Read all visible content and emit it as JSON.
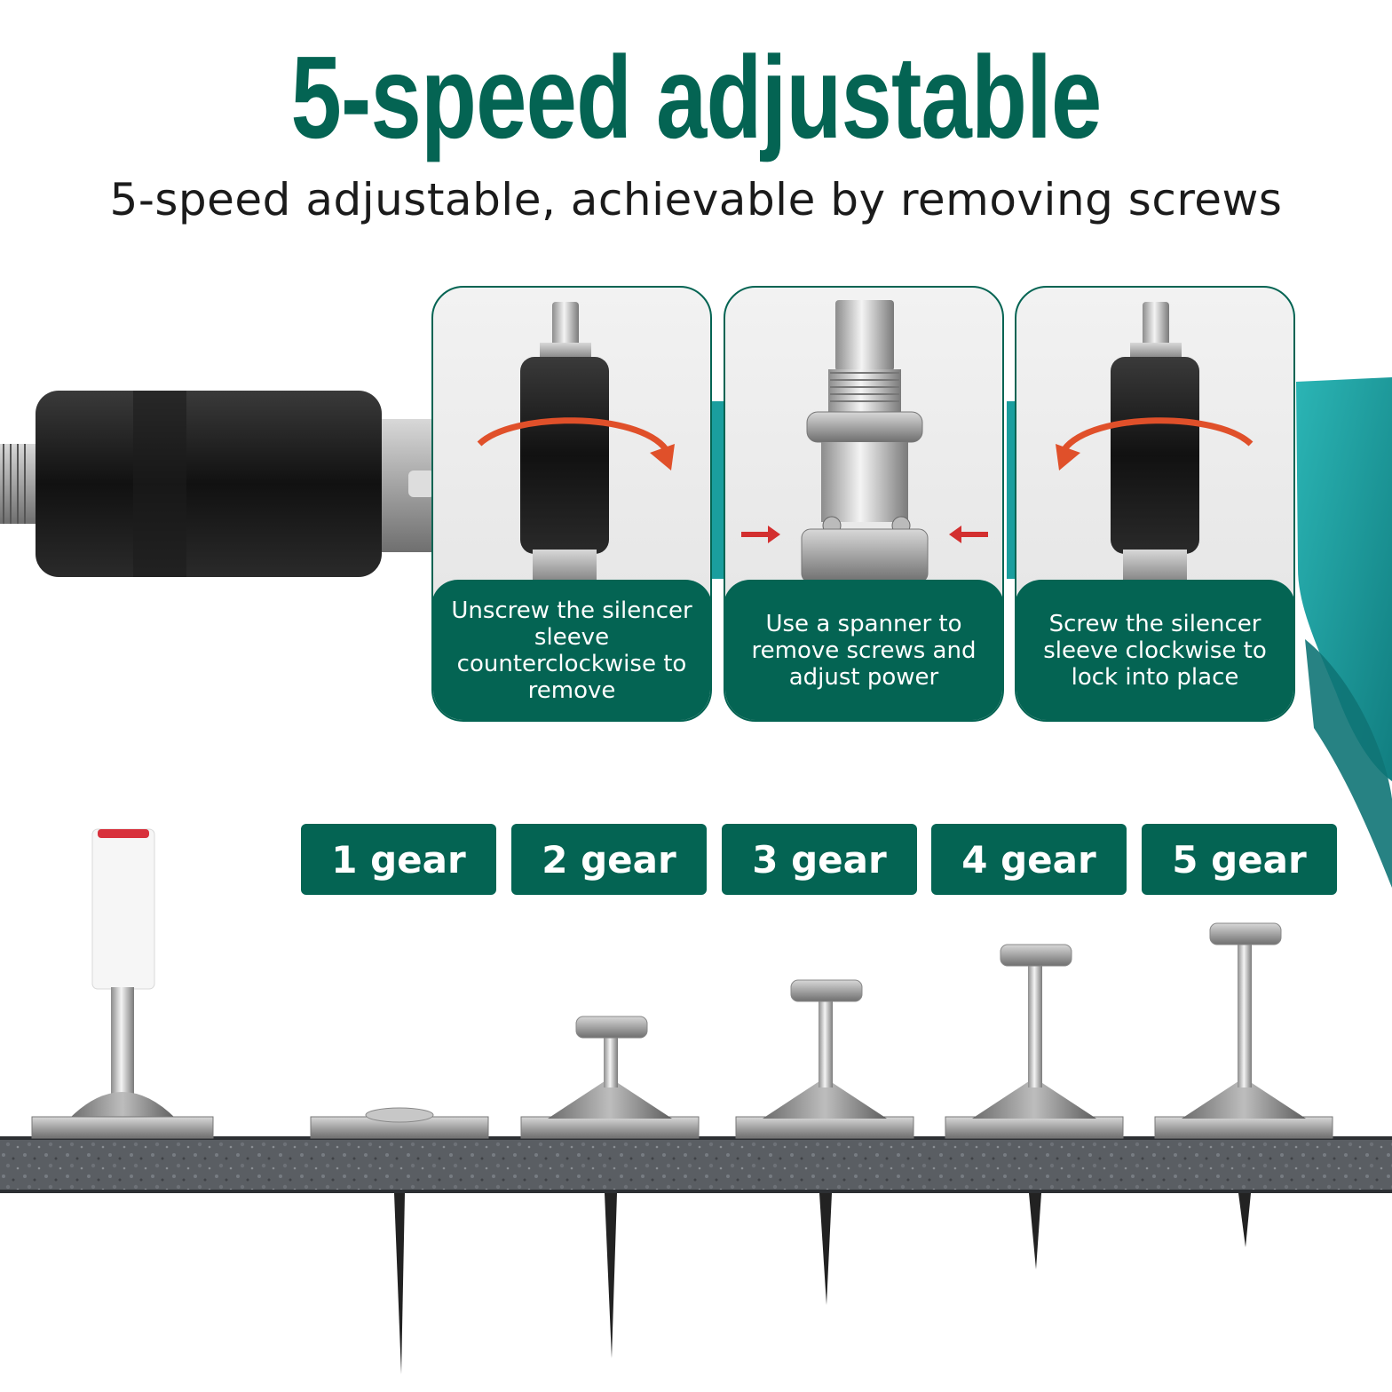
{
  "headline": "5-speed adjustable",
  "subheadline": "5-speed adjustable, achievable by removing screws",
  "steps": [
    {
      "caption": "Unscrew the silencer sleeve counterclockwise to remove"
    },
    {
      "caption": "Use a spanner to remove screws and adjust power"
    },
    {
      "caption": "Screw the silencer sleeve clockwise to lock into place"
    }
  ],
  "gears": [
    {
      "label": "1 gear"
    },
    {
      "label": "2 gear"
    },
    {
      "label": "3 gear"
    },
    {
      "label": "4 gear"
    },
    {
      "label": "5 gear"
    }
  ],
  "colors": {
    "brand_green": "#046453",
    "tool_teal": "#1a9e9e",
    "arrow_orange": "#e0502a",
    "arrow_red": "#d32f2f"
  }
}
